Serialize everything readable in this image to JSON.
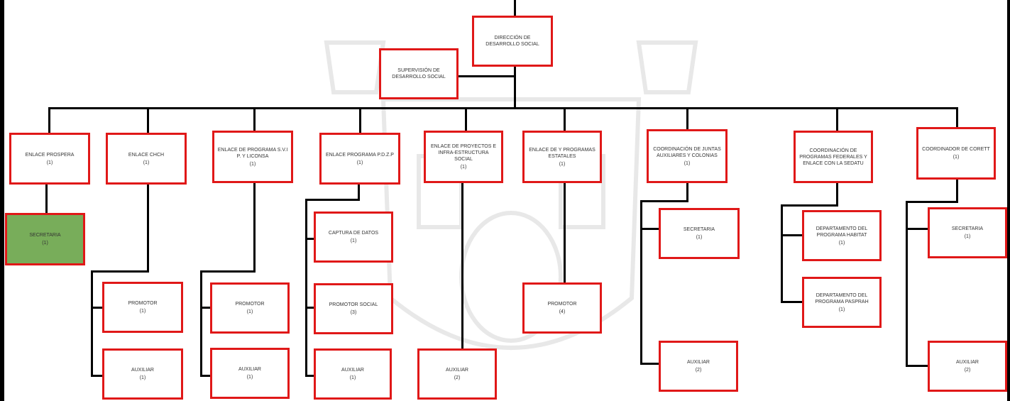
{
  "colors": {
    "border": "#e01818",
    "line": "#000000",
    "highlight": "#78ad5a"
  },
  "nodes": {
    "direccion": {
      "title": "DIRECCIÓN DE DESARROLLO SOCIAL"
    },
    "supervision": {
      "title": "SUPERVISIÓN DE DESARROLLO SOCIAL"
    },
    "prospera": {
      "title": "ENLACE PROSPERA",
      "count": "(1)"
    },
    "prospera_secretaria": {
      "title": "SECRETARIA",
      "count": "(1)"
    },
    "chch": {
      "title": "ENLACE CHCH",
      "count": "(1)"
    },
    "chch_promotor": {
      "title": "PROMOTOR",
      "count": "(1)"
    },
    "chch_auxiliar": {
      "title": "AUXILIAR",
      "count": "(1)"
    },
    "svi": {
      "title": "ENLACE DE PROGRAMA S.V.I P. Y LICONSA",
      "count": "(1)"
    },
    "svi_promotor": {
      "title": "PROMOTOR",
      "count": "(1)"
    },
    "svi_auxiliar": {
      "title": "AUXILIAR",
      "count": "(1)"
    },
    "pdzp": {
      "title": "ENLACE PROGRAMA P.D.Z.P",
      "count": "(1)"
    },
    "pdzp_captura": {
      "title": "CAPTURA DE DATOS",
      "count": "(1)"
    },
    "pdzp_promotor": {
      "title": "PROMOTOR SOCIAL",
      "count": "(3)"
    },
    "pdzp_auxiliar": {
      "title": "AUXILIAR",
      "count": "(1)"
    },
    "infra": {
      "title": "ENLACE DE PROYECTOS E INFRA-ESTRUCTURA SOCIAL",
      "count": "(1)"
    },
    "infra_auxiliar": {
      "title": "AUXILIAR",
      "count": "(2)"
    },
    "estatales": {
      "title": "ENLACE DE Y PROGRAMAS ESTATALES",
      "count": "(1)"
    },
    "estatales_promotor": {
      "title": "PROMOTOR",
      "count": "(4)"
    },
    "juntas": {
      "title": "COORDINACIÓN DE JUNTAS AUXILIARES Y COLONIAS",
      "count": "(1)"
    },
    "juntas_secretaria": {
      "title": "SECRETARIA",
      "count": "(1)"
    },
    "juntas_auxiliar": {
      "title": "AUXILIAR",
      "count": "(2)"
    },
    "federales": {
      "title": "COORDINACIÓN DE PROGRAMAS FEDERALES Y ENLACE CON LA SEDATU",
      "count": ""
    },
    "habitat": {
      "title": "DEPARTAMENTO DEL PROGRAMA HABITAT",
      "count": "(1)"
    },
    "pasprah": {
      "title": "DEPARTAMENTO DEL PROGRAMA PASPRAH",
      "count": "(1)"
    },
    "corett": {
      "title": "COORDINADOR DE CORETT",
      "count": "(1)"
    },
    "corett_secretaria": {
      "title": "SECRETARIA",
      "count": "(1)"
    },
    "corett_auxiliar": {
      "title": "AUXILIAR",
      "count": "(2)"
    }
  }
}
